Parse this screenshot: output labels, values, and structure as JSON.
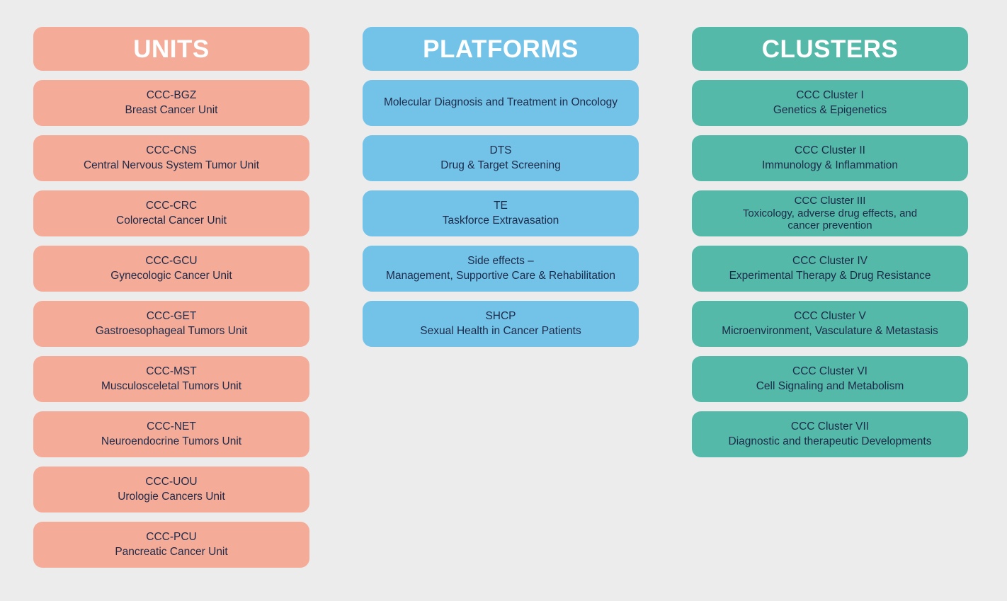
{
  "page": {
    "background_color": "#ececec",
    "text_color": "#1e2a4a",
    "header_text_color": "#ffffff"
  },
  "columns": [
    {
      "key": "units",
      "header": "UNITS",
      "accent_color": "#f4ab97",
      "cards": [
        {
          "code": "CCC-BGZ",
          "name": "Breast Cancer Unit"
        },
        {
          "code": "CCC-CNS",
          "name": "Central Nervous System Tumor Unit"
        },
        {
          "code": "CCC-CRC",
          "name": "Colorectal Cancer Unit"
        },
        {
          "code": "CCC-GCU",
          "name": "Gynecologic Cancer Unit"
        },
        {
          "code": "CCC-GET",
          "name": "Gastroesophageal Tumors Unit"
        },
        {
          "code": "CCC-MST",
          "name": "Musculosceletal Tumors Unit"
        },
        {
          "code": "CCC-NET",
          "name": "Neuroendocrine Tumors Unit"
        },
        {
          "code": "CCC-UOU",
          "name": "Urologie Cancers Unit"
        },
        {
          "code": "CCC-PCU",
          "name": "Pancreatic Cancer Unit"
        }
      ]
    },
    {
      "key": "platforms",
      "header": "PLATFORMS",
      "accent_color": "#73c3e8",
      "cards": [
        {
          "code": "",
          "name": "Molecular Diagnosis and Treatment in Oncology"
        },
        {
          "code": "DTS",
          "name": "Drug & Target Screening"
        },
        {
          "code": "TE",
          "name": "Taskforce Extravasation"
        },
        {
          "code": "Side effects –",
          "name": "Management, Supportive Care & Rehabilitation"
        },
        {
          "code": "SHCP",
          "name": "Sexual Health in Cancer Patients"
        }
      ]
    },
    {
      "key": "clusters",
      "header": "CLUSTERS",
      "accent_color": "#54b9a8",
      "cards": [
        {
          "code": "CCC Cluster I",
          "name": "Genetics & Epigenetics"
        },
        {
          "code": "CCC Cluster II",
          "name": "Immunology & Inflammation"
        },
        {
          "code": "CCC Cluster III",
          "name": "Toxicology, adverse drug effects, and",
          "name2": "cancer prevention"
        },
        {
          "code": "CCC Cluster IV",
          "name": "Experimental Therapy & Drug Resistance"
        },
        {
          "code": "CCC Cluster V",
          "name": "Microenvironment, Vasculature & Metastasis"
        },
        {
          "code": "CCC Cluster VI",
          "name": "Cell Signaling and Metabolism"
        },
        {
          "code": "CCC Cluster VII",
          "name": "Diagnostic and therapeutic Developments"
        }
      ]
    }
  ]
}
